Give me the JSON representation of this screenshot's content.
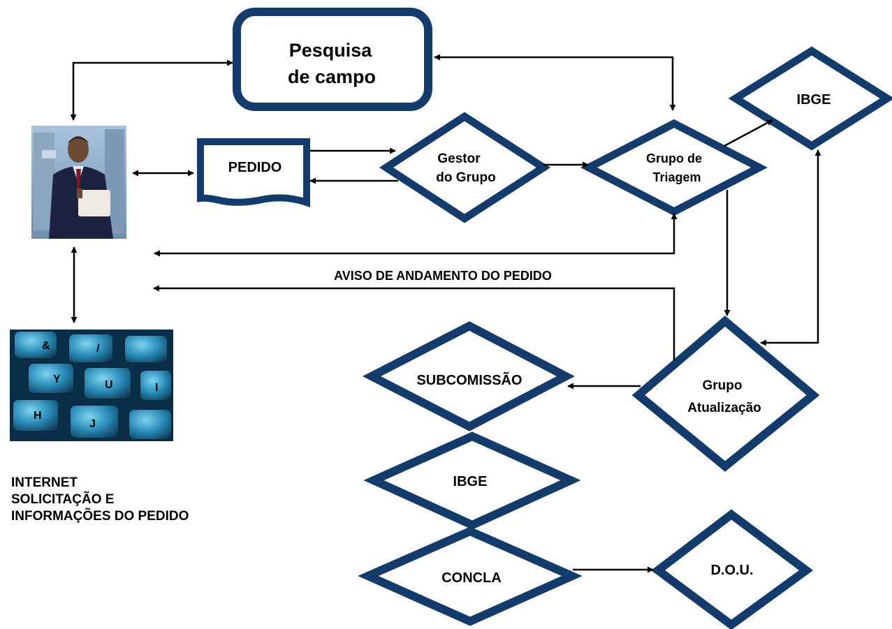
{
  "colors": {
    "shape_stroke": "#133b6b",
    "arrow": "#000000",
    "background": "#ffffff"
  },
  "nodes": {
    "pesquisa": {
      "line1": "Pesquisa",
      "line2": "de campo"
    },
    "pedido": {
      "label": "PEDIDO"
    },
    "gestor": {
      "line1": "Gestor",
      "line2": "do Grupo"
    },
    "triagem": {
      "line1": "Grupo de",
      "line2": "Triagem"
    },
    "ibge_top": {
      "label": "IBGE"
    },
    "atualizacao": {
      "line1": "Grupo",
      "line2": "Atualização"
    },
    "subcomissao": {
      "label": "SUBCOMISSÃO"
    },
    "ibge_bottom": {
      "label": "IBGE"
    },
    "concla": {
      "label": "CONCLA"
    },
    "dou": {
      "label": "D.O.U."
    }
  },
  "annotations": {
    "aviso": "AVISO DE ANDAMENTO DO PEDIDO"
  },
  "internet_text": {
    "line1": "INTERNET",
    "line2": "SOLICITAÇÃO E",
    "line3": "INFORMAÇÕES DO PEDIDO"
  },
  "images": {
    "person": "businessman-photo",
    "keyboard": "keyboard-photo"
  }
}
